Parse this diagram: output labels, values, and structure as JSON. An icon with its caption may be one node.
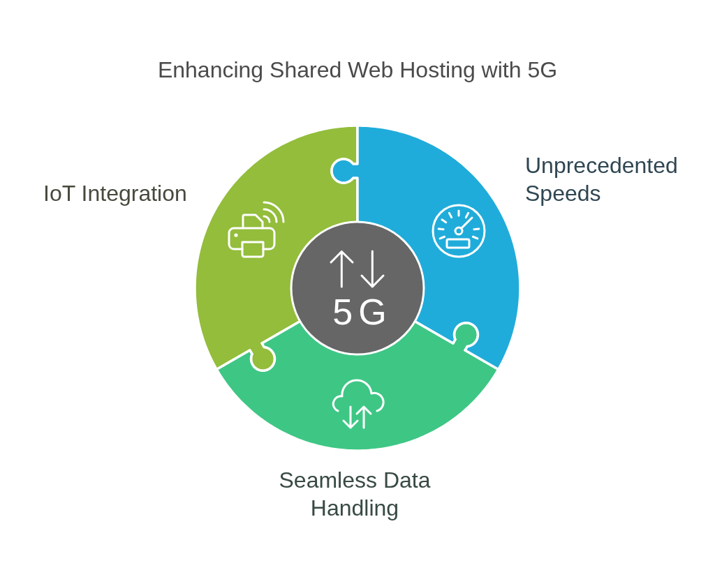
{
  "diagram": {
    "title": "Enhancing Shared Web Hosting with 5G",
    "nodes": [
      {
        "text": [
          "IoT Integration"
        ]
      },
      {
        "text": [
          "Unprecedented Speeds"
        ]
      },
      {
        "text": [
          "5G"
        ]
      },
      {
        "text": [
          "Seamless Data Handling"
        ]
      }
    ]
  }
}
